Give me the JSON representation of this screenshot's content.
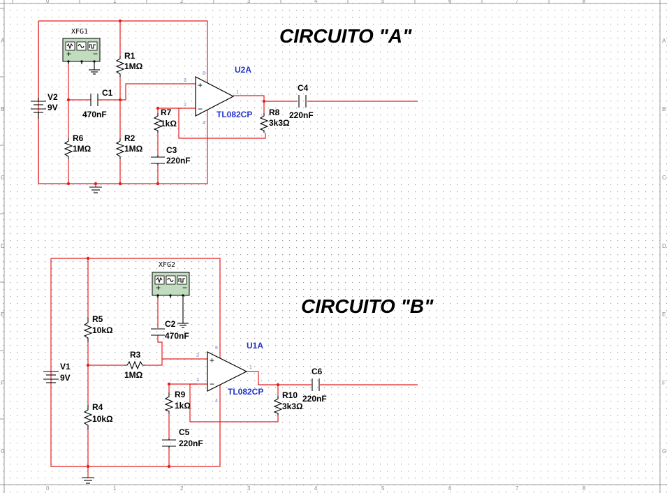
{
  "titles": {
    "circuit_a": "CIRCUITO \"A\"",
    "circuit_b": "CIRCUITO \"B\""
  },
  "circuit_a": {
    "xfg": "XFG1",
    "opamp_ref": "U2A",
    "opamp_part": "TL082CP",
    "v2": {
      "ref": "V2",
      "value": "9V"
    },
    "r1": {
      "ref": "R1",
      "value": "1MΩ"
    },
    "r2": {
      "ref": "R2",
      "value": "1MΩ"
    },
    "r6": {
      "ref": "R6",
      "value": "1MΩ"
    },
    "r7": {
      "ref": "R7",
      "value": "1kΩ"
    },
    "r8": {
      "ref": "R8",
      "value": "3k3Ω"
    },
    "c1": {
      "ref": "C1",
      "value": "470nF"
    },
    "c3": {
      "ref": "C3",
      "value": "220nF"
    },
    "c4": {
      "ref": "C4",
      "value": "220nF"
    }
  },
  "circuit_b": {
    "xfg": "XFG2",
    "opamp_ref": "U1A",
    "opamp_part": "TL082CP",
    "v1": {
      "ref": "V1",
      "value": "9V"
    },
    "r3": {
      "ref": "R3",
      "value": "1MΩ"
    },
    "r4": {
      "ref": "R4",
      "value": "10kΩ"
    },
    "r5": {
      "ref": "R5",
      "value": "10kΩ"
    },
    "r9": {
      "ref": "R9",
      "value": "1kΩ"
    },
    "r10": {
      "ref": "R10",
      "value": "3k3Ω"
    },
    "c2": {
      "ref": "C2",
      "value": "470nF"
    },
    "c5": {
      "ref": "C5",
      "value": "220nF"
    },
    "c6": {
      "ref": "C6",
      "value": "220nF"
    }
  },
  "ruler": {
    "cols": [
      "0",
      "1",
      "2",
      "3",
      "4",
      "5",
      "6",
      "7",
      "8"
    ],
    "rows": [
      "A",
      "B",
      "C",
      "D",
      "E",
      "F",
      "G"
    ]
  },
  "colors": {
    "wire": "#e41f1f",
    "ref": "#2233cc",
    "grid": "#b8b8b8"
  }
}
